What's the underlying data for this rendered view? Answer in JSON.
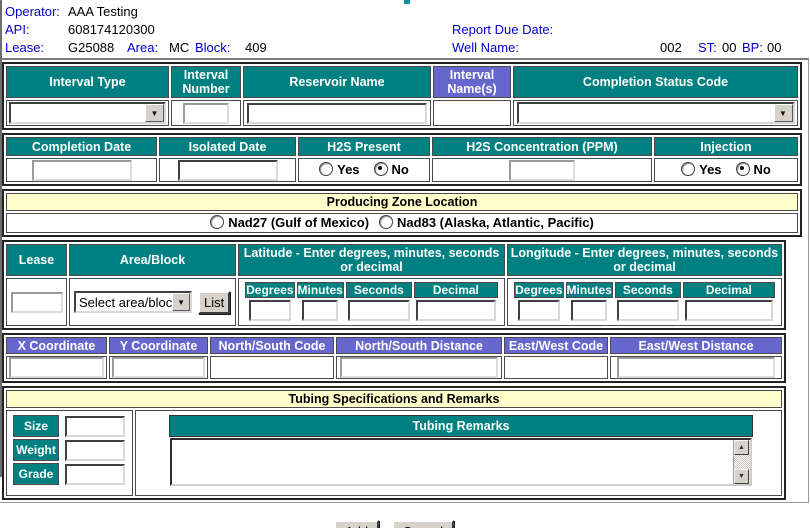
{
  "info": {
    "operator_label": "Operator:",
    "operator_value": "AAA Testing",
    "api_label": "API:",
    "api_value": "608174120300",
    "lease_label": "Lease:",
    "lease_value": "G25088",
    "area_label": "Area:",
    "area_value": "MC",
    "block_label": "Block:",
    "block_value": "409",
    "report_due_label": "Report Due Date:",
    "well_name_label": "Well Name:",
    "well_name_value": "002",
    "st_label": "ST:",
    "st_value": "00",
    "bp_label": "BP:",
    "bp_value": "00"
  },
  "interval": {
    "headers": [
      "Interval Type",
      "Interval Number",
      "Reservoir Name",
      "Interval Name(s)",
      "Completion Status Code"
    ],
    "interval_type_value": "",
    "interval_number_value": "",
    "reservoir_name_value": "",
    "completion_status_value": ""
  },
  "completion": {
    "headers": [
      "Completion Date",
      "Isolated Date",
      "H2S Present",
      "H2S Concentration (PPM)",
      "Injection"
    ],
    "yes_label": "Yes",
    "no_label": "No",
    "h2s_present_selected": "No",
    "injection_selected": "No",
    "completion_date_value": "",
    "isolated_date_value": "",
    "h2s_concentration_value": ""
  },
  "producing_zone": {
    "title": "Producing Zone Location",
    "nad27_label": "Nad27 (Gulf of Mexico)",
    "nad83_label": "Nad83 (Alaska, Atlantic, Pacific)"
  },
  "location": {
    "lease_header": "Lease",
    "area_block_header": "Area/Block",
    "latitude_header": "Latitude - Enter degrees, minutes, seconds or decimal",
    "longitude_header": "Longitude - Enter degrees, minutes, seconds or decimal",
    "sub_headers": [
      "Degrees",
      "Minutes",
      "Seconds",
      "Decimal"
    ],
    "lease_value": "",
    "area_block_selected": "Select area/block",
    "list_button_label": "List"
  },
  "coordinates": {
    "headers": [
      "X Coordinate",
      "Y Coordinate",
      "North/South Code",
      "North/South Distance",
      "East/West Code",
      "East/West Distance"
    ]
  },
  "tubing": {
    "title": "Tubing Specifications and Remarks",
    "size_label": "Size",
    "weight_label": "Weight",
    "grade_label": "Grade",
    "remarks_header": "Tubing Remarks",
    "size_value": "",
    "weight_value": "",
    "grade_value": "",
    "remarks_value": ""
  },
  "actions": {
    "add_label": "Add",
    "cancel_label": "Cancel"
  },
  "icons": {
    "dropdown_arrow": "▼",
    "scroll_up": "▲",
    "scroll_down": "▼"
  },
  "colors": {
    "header_teal": "#008080",
    "header_purple": "#6666cc",
    "band_yellow": "#ffffcc",
    "label_blue": "#0000cc"
  }
}
